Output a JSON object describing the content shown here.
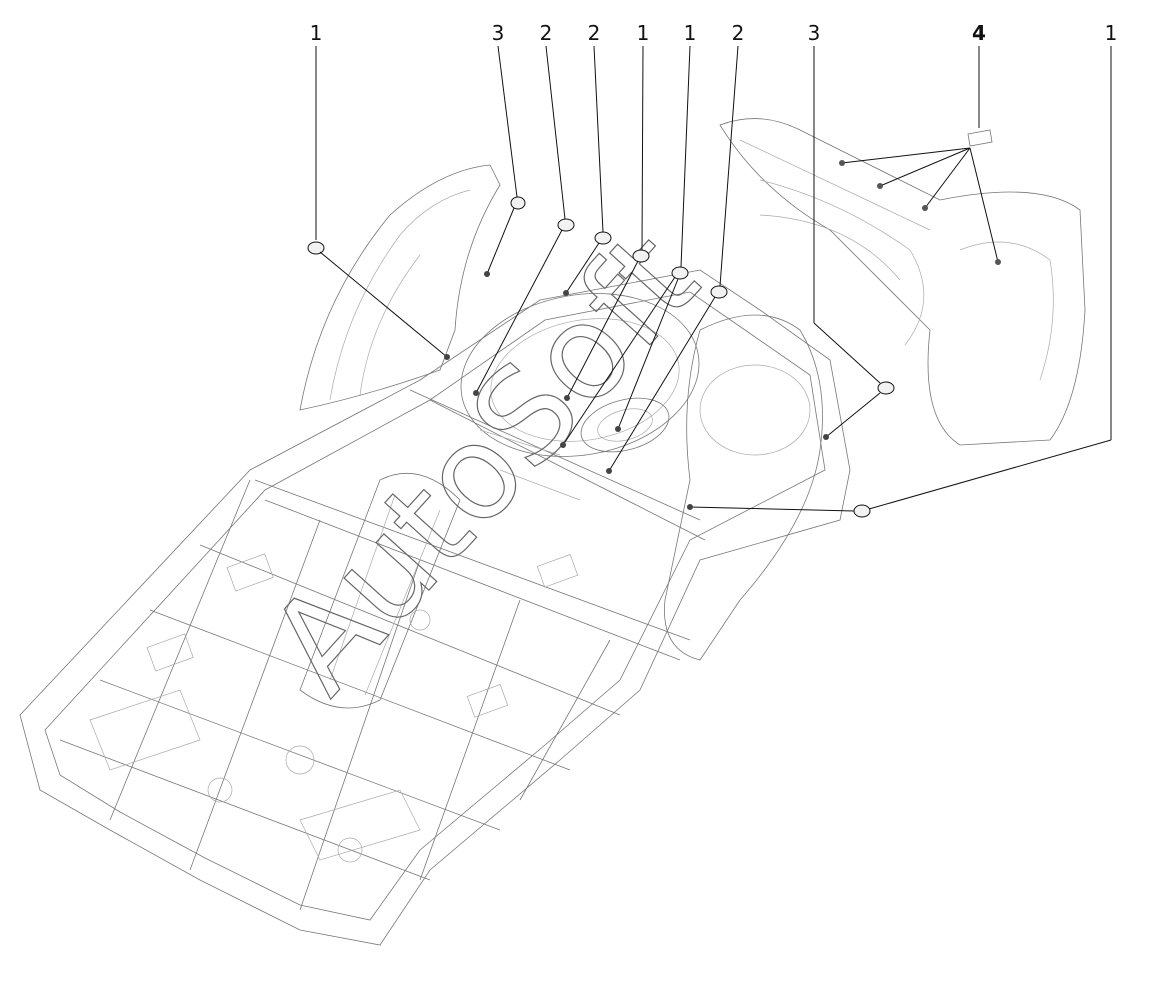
{
  "watermark": {
    "text": "AutoSoft"
  },
  "callouts": [
    {
      "id": "c1a",
      "label": "1",
      "bold": false
    },
    {
      "id": "c3a",
      "label": "3",
      "bold": false
    },
    {
      "id": "c2a",
      "label": "2",
      "bold": false
    },
    {
      "id": "c2b",
      "label": "2",
      "bold": false
    },
    {
      "id": "c1b",
      "label": "1",
      "bold": false
    },
    {
      "id": "c1c",
      "label": "1",
      "bold": false
    },
    {
      "id": "c2c",
      "label": "2",
      "bold": false
    },
    {
      "id": "c3b",
      "label": "3",
      "bold": false
    },
    {
      "id": "c4",
      "label": "4",
      "bold": true
    },
    {
      "id": "c1d",
      "label": "1",
      "bold": false
    }
  ]
}
